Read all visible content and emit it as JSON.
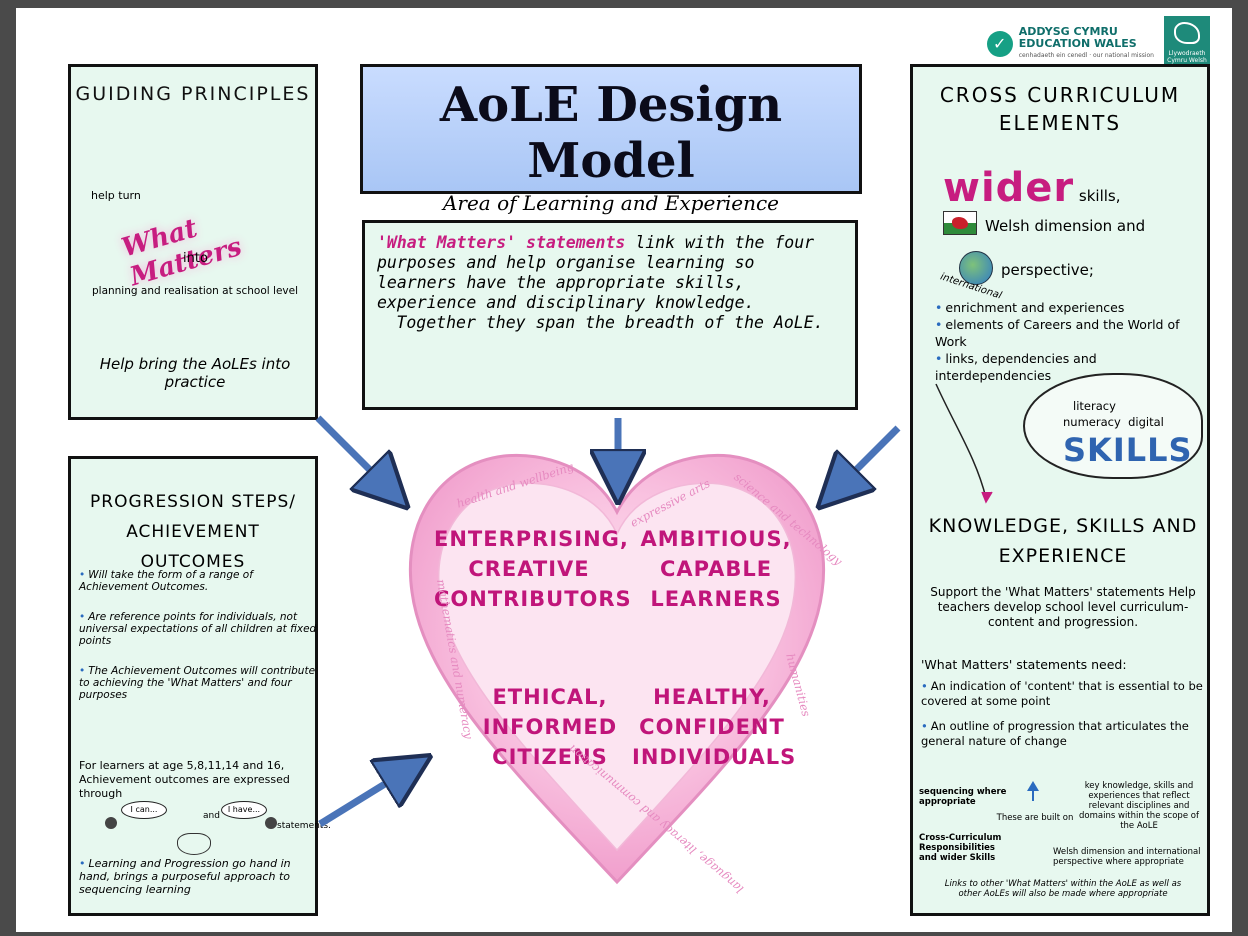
{
  "logo": {
    "line1": "ADDYSG CYMRU",
    "line2": "EDUCATION WALES",
    "tagline": "cenhadaeth ein cenedl · our national mission",
    "gov": "Llywodraeth Cymru Welsh Government"
  },
  "title": {
    "main": "AoLE Design Model",
    "sub": "Area of Learning and Experience"
  },
  "guiding": {
    "title": "GUIDING PRINCIPLES",
    "help_turn": "help turn",
    "what_matters": "What Matters",
    "into": "into",
    "planning": "planning and realisation at school level",
    "bring": "Help bring the AoLEs into practice"
  },
  "statement": {
    "highlight": "'What Matters' statements",
    "text1": " link with the four purposes and help organise learning so learners have the appropriate skills, experience and disciplinary knowledge.",
    "text2": "Together they span the breadth of the AoLE."
  },
  "cross": {
    "title": "CROSS CURRICULUM ELEMENTS",
    "wider": "wider",
    "skills_word": " skills,",
    "welsh": "Welsh dimension and",
    "international": "international",
    "perspective": "perspective;",
    "bullets": [
      "enrichment and experiences",
      "elements of Careers and the World of Work",
      "links, dependencies and interdependencies"
    ],
    "literacy": "literacy",
    "numeracy": "numeracy",
    "digital": "digital",
    "skills": "SKILLS",
    "kse_title": "KNOWLEDGE, SKILLS AND EXPERIENCE",
    "support": "Support the 'What Matters' statements Help teachers develop school level curriculum-content and progression.",
    "need": "'What Matters' statements need:",
    "need_items": [
      "An indication of 'content' that is essential to be covered at some point",
      "An outline of progression that articulates the general nature of change"
    ],
    "sequencing": "sequencing where appropriate",
    "built_on": "These are built on",
    "key_knowledge": "key knowledge, skills and experiences that reflect relevant disciplines and domains within the scope of the AoLE",
    "cross_resp": "Cross-Curriculum Responsibilities and wider Skills",
    "welsh_dim": "Welsh dimension and international perspective where appropriate",
    "links": "Links to other 'What Matters' within the AoLE as well as other AoLEs will also be made where appropriate"
  },
  "progression": {
    "title": "PROGRESSION STEPS/ ACHIEVEMENT OUTCOMES",
    "items": [
      "Will take the form of a range of Achievement Outcomes.",
      "Are reference points for individuals, not universal expectations of all children at fixed points",
      "The Achievement Outcomes will contribute to achieving the 'What Matters' and four purposes"
    ],
    "learners": "For learners at age 5,8,11,14 and 16, Achievement outcomes are expressed through",
    "i_can": "I can...",
    "and": "and",
    "i_have": "I have...",
    "statements": "statements.",
    "last": "Learning and Progression go hand in hand, brings a purposeful approach to sequencing learning"
  },
  "heart": {
    "purposes": [
      "ENTERPRISING, CREATIVE CONTRIBUTORS",
      "AMBITIOUS, CAPABLE LEARNERS",
      "ETHICAL, INFORMED CITIZENS",
      "HEALTHY, CONFIDENT INDIVIDUALS"
    ],
    "aoles": [
      "health and wellbeing",
      "expressive arts",
      "science and technology",
      "humanities",
      "language, literacy and communication",
      "mathematics and numeracy"
    ]
  },
  "colors": {
    "pink": "#c0157a",
    "box_fill": "#e7f8ef",
    "title_fill": "#b8d0fa",
    "arrow": "#4a74b8"
  }
}
